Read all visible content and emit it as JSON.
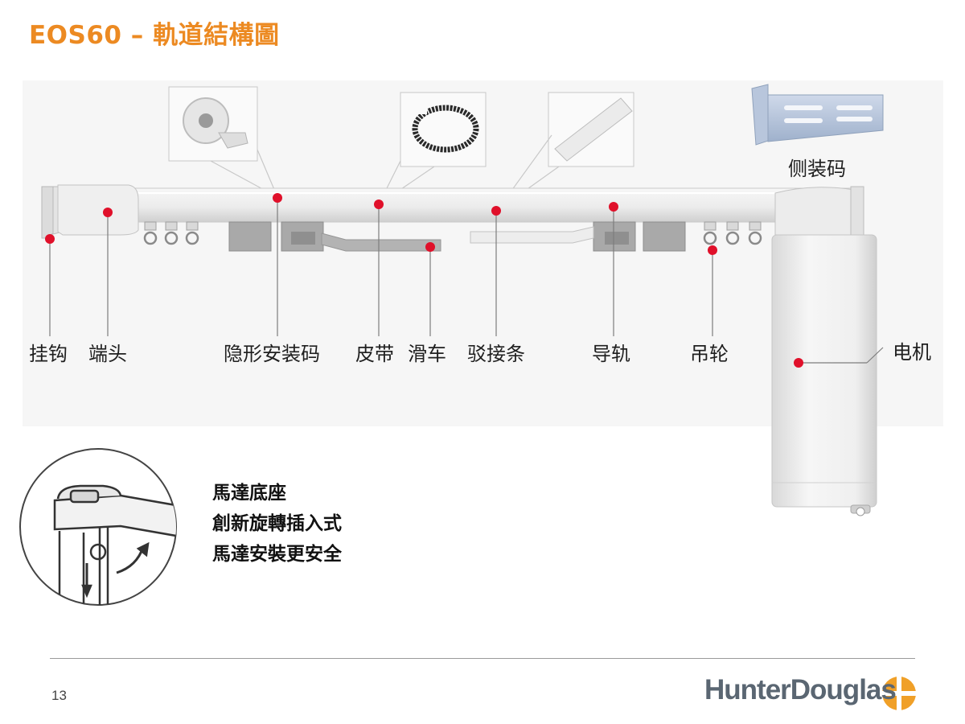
{
  "title": "EOS60 – 軌道結構圖",
  "labels": {
    "hook": "挂钩",
    "end_cap": "端头",
    "hidden_bracket": "隐形安装码",
    "belt": "皮带",
    "carriage": "滑车",
    "connector": "驳接条",
    "rail": "导轨",
    "glider": "吊轮",
    "motor": "电机",
    "side_bracket": "侧装码"
  },
  "feature_text": {
    "line1": "馬達底座",
    "line2": "創新旋轉插入式",
    "line3": "馬達安裝更安全"
  },
  "footer": {
    "page_number": "13",
    "brand": "HunterDouglas"
  },
  "colors": {
    "title": "#ec8a22",
    "marker": "#e0102a",
    "brand_mark": "#f0a028",
    "brand_text": "#5a6672"
  }
}
